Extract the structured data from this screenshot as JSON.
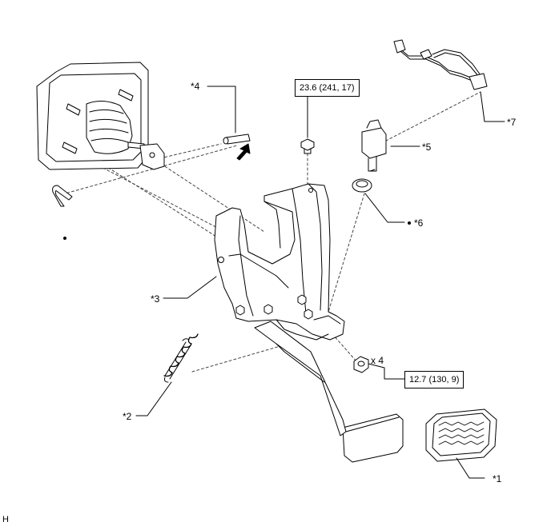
{
  "callouts": {
    "c1": "*1",
    "c2": "*2",
    "c3": "*3",
    "c4": "*4",
    "c5": "*5",
    "c6": "*6",
    "c7": "*7"
  },
  "torque": {
    "bolt": "23.6 (241, 17)",
    "nut": "12.7 (130, 9)"
  },
  "quantity": "x 4",
  "corner_letter": "H"
}
